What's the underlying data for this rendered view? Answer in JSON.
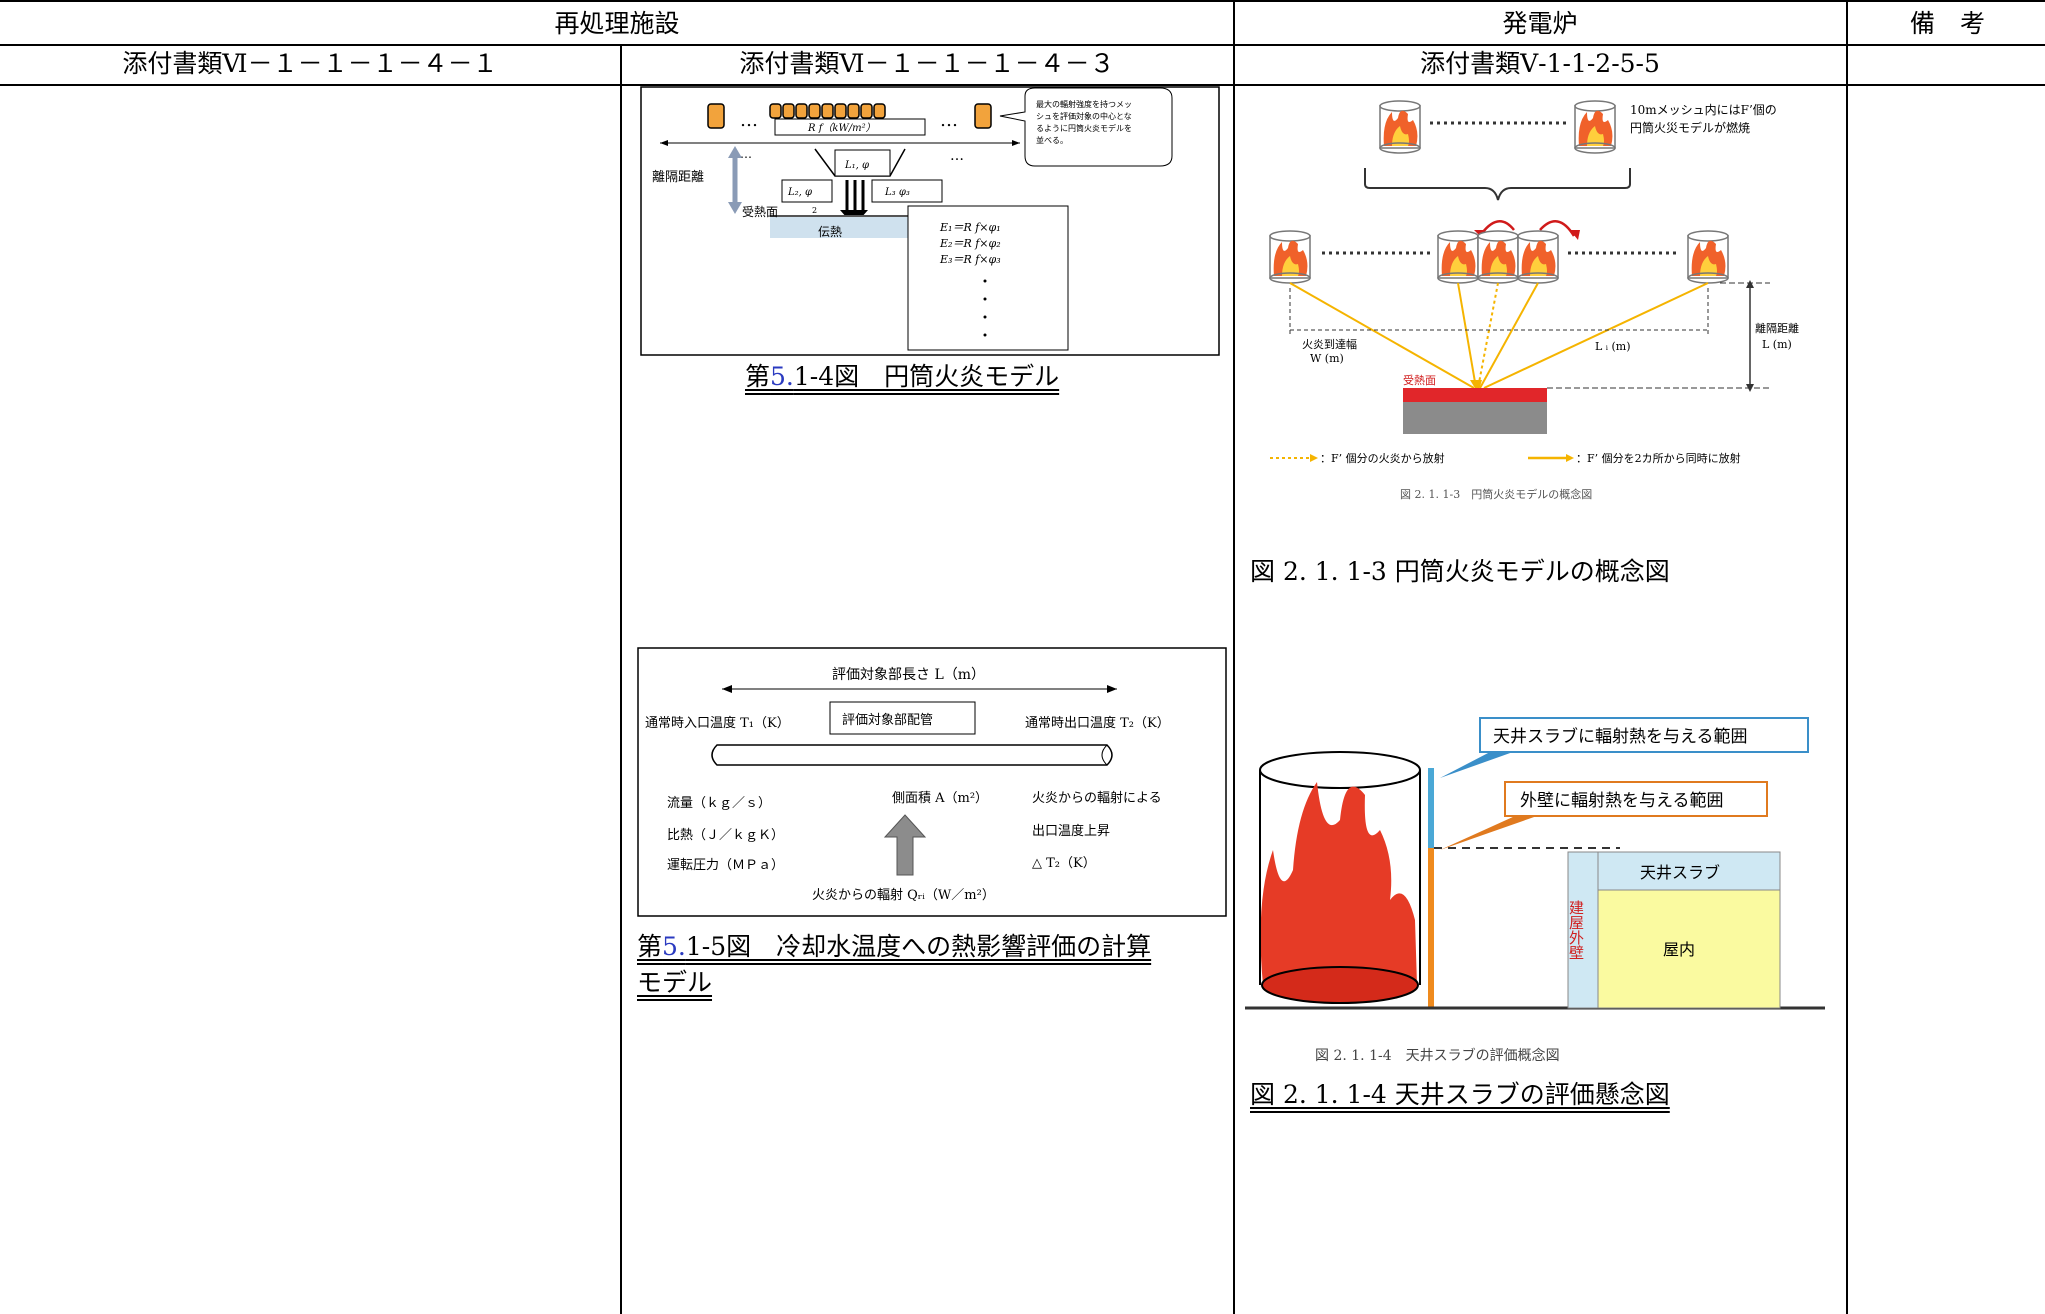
{
  "header": {
    "group_left": "再処理施設",
    "group_mid": "発電炉",
    "remarks": "備　考",
    "col1": "添付書類Ⅵ－１－１－１－４－１",
    "col2": "添付書類Ⅵ－１－１－１－４－３",
    "col3": "添付書類Ⅴ-1-1-2-5-5"
  },
  "fig1": {
    "caption_pre": "第",
    "caption_num": "5.",
    "caption_post": "1-4図　円筒火炎モデル",
    "callout": [
      "最大の輻射強度を持つメッ",
      "シュを評価対象の中心とな",
      "るように円筒火炎モデルを",
      "並べる。"
    ],
    "rf": "R f（kW/m²）",
    "l1": "L₁, φ",
    "l2": "L₂, φ",
    "l3": "L₃  φ₃",
    "distance": "離隔距離",
    "receive": "受熱面",
    "num2": "2",
    "heat": "伝熱",
    "e1": "E₁＝R f×φ₁",
    "e2": "E₂＝R f×φ₂",
    "e3": "E₃＝R f×φ₃",
    "ellipsis": "…"
  },
  "fig2": {
    "caption_pre": "第",
    "caption_num": "5.",
    "caption_post": "1-5図　冷却水温度への熱影響評価の計算",
    "caption_line2": "モデル",
    "length": "評価対象部長さ L（m）",
    "inlet": "通常時入口温度 T₁（K）",
    "pipe": "評価対象部配管",
    "outlet": "通常時出口温度 T₂（K）",
    "flow": "流量（ｋｇ／ｓ）",
    "area": "側面積 A（m²）",
    "rad1": "火炎からの輻射による",
    "specific": "比熱（Ｊ／ｋｇＫ）",
    "rise": "出口温度上昇",
    "pressure": "運転圧力（ＭＰａ）",
    "dt": "△ T₂（K）",
    "qr": "火炎からの輻射 Qᵣᵢ（W／m²）"
  },
  "fig3": {
    "note": [
      "10mメッシュ内にはF’個の",
      "円筒火災モデルが燃焼"
    ],
    "reach": [
      "火炎到達幅",
      "W (m)"
    ],
    "li": "L ᵢ (m)",
    "dist": [
      "離隔距離",
      "L (m)"
    ],
    "receive": "受熱面",
    "legend1": "：F’ 個分の火炎から放射",
    "legend2": "：F’ 個分を2カ所から同時に放射",
    "inner_caption": "図 2. 1. 1-3　円筒火炎モデルの概念図",
    "caption": "図 2. 1. 1-3  円筒火炎モデルの概念図"
  },
  "fig4": {
    "ceiling_range": "天井スラブに輻射熱を与える範囲",
    "wall_range": "外壁に輻射熱を与える範囲",
    "slab": "天井スラブ",
    "wall": "建屋外壁",
    "indoor": "屋内",
    "inner_caption": "図 2. 1. 1-4　天井スラブの評価概念図",
    "caption": "図 2. 1. 1-4  天井スラブの評価懸念図"
  },
  "colors": {
    "flame": "#e8321e",
    "arrow_orange": "#f5a100",
    "callout_blue": "#3a8fc9",
    "callout_orange": "#e07a1f",
    "slab_yellow": "#fafaa0",
    "wall_blue": "#cfe8f3"
  }
}
